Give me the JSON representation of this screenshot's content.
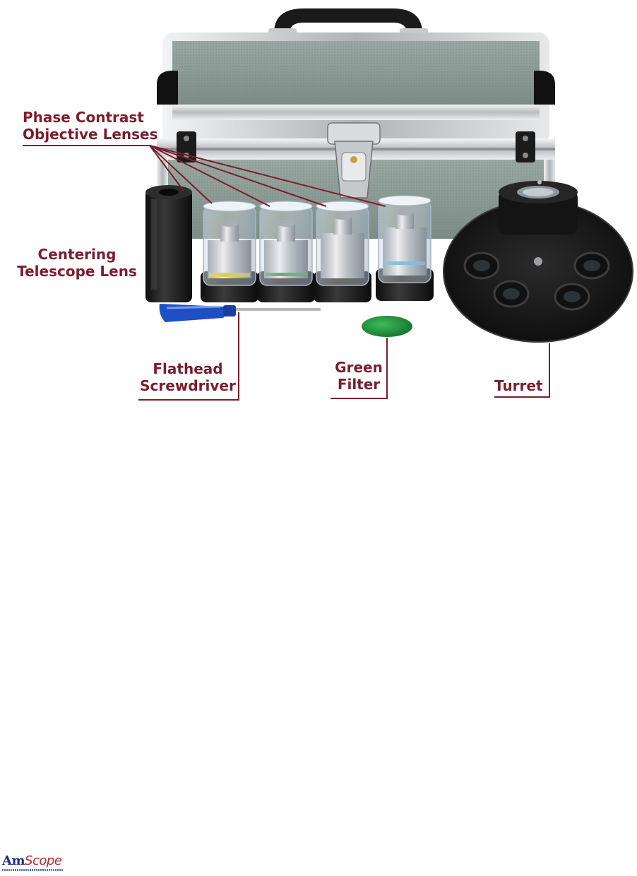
{
  "labels": {
    "phase_contrast": [
      "Phase Contrast",
      "Objective Lenses"
    ],
    "centering_telescope": [
      "Centering",
      "Telescope Lens"
    ],
    "screwdriver": [
      "Flathead",
      "Screwdriver"
    ],
    "green_filter": [
      "Green",
      "Filter"
    ],
    "turret": "Turret"
  },
  "logo": {
    "part1": "Am",
    "part2": "Scope"
  },
  "colors": {
    "label": "#7a1e2c",
    "case": "#8d9c97",
    "case_dark": "#5f6d69",
    "aluminum": "#d8dadc",
    "lens_body": "#b7bcc2",
    "black": "#1c1c1c",
    "filter": "#1e8a3a",
    "handle_blue": "#1f4fc4"
  }
}
